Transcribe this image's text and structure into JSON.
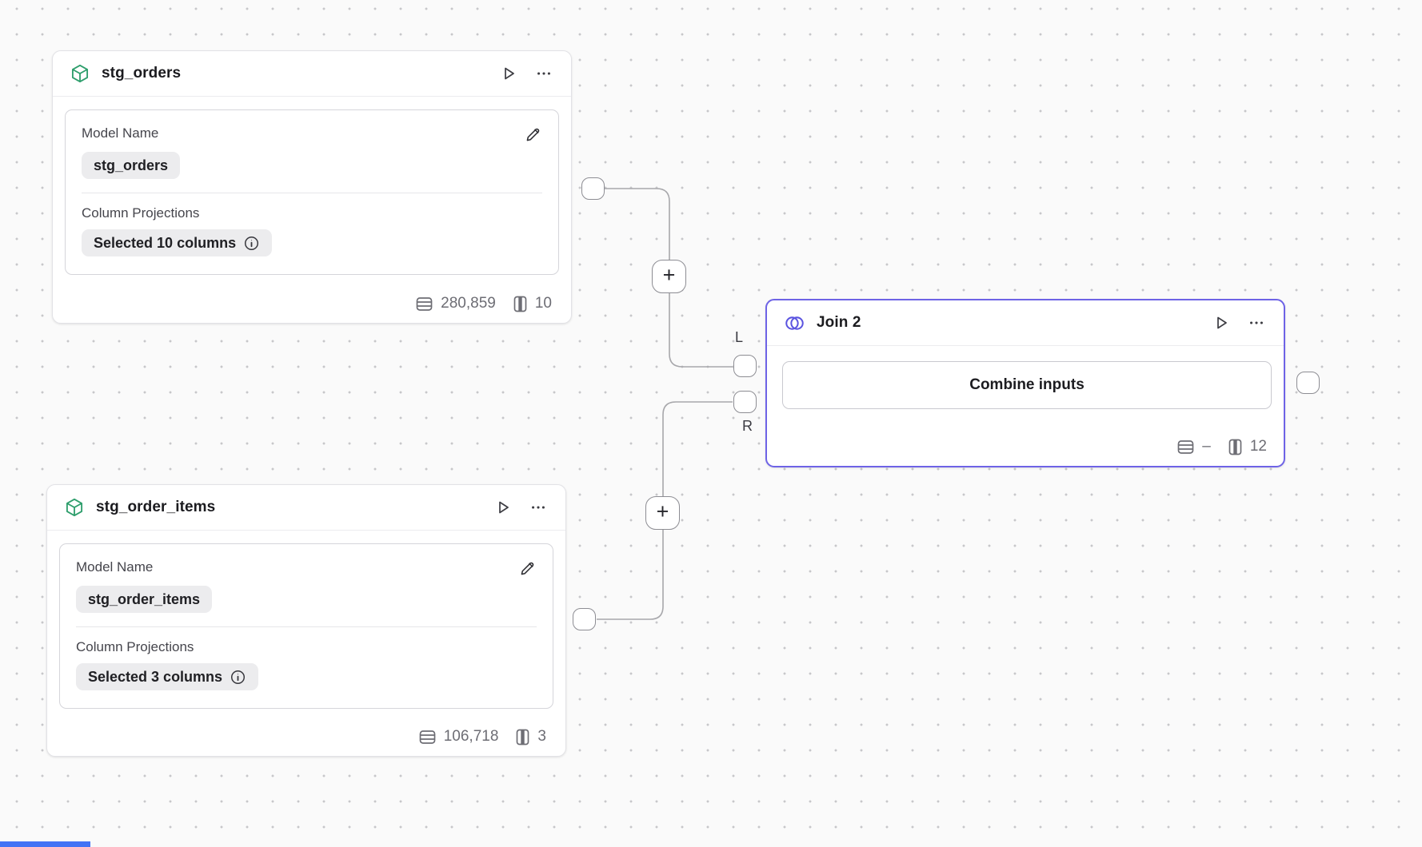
{
  "colors": {
    "canvas_background": "#fafafa",
    "grid_dot": "#c7c7ca",
    "selected_node_accent": "#6e63e6",
    "join_icon_accent": "#5b54e0",
    "model_icon_accent": "#2e9e6c",
    "wire": "#a7a7ab",
    "scroll_thumb": "#4273f5"
  },
  "nodes": {
    "stg_orders": {
      "title": "stg_orders",
      "model_name_label": "Model Name",
      "model_name_value": "stg_orders",
      "projections_label": "Column Projections",
      "projections_value": "Selected 10 columns",
      "row_count": "280,859",
      "column_count": "10"
    },
    "stg_order_items": {
      "title": "stg_order_items",
      "model_name_label": "Model Name",
      "model_name_value": "stg_order_items",
      "projections_label": "Column Projections",
      "projections_value": "Selected 3 columns",
      "row_count": "106,718",
      "column_count": "3"
    },
    "join": {
      "title": "Join 2",
      "button_label": "Combine inputs",
      "row_count": "–",
      "column_count": "12"
    }
  },
  "edges": {
    "left_input_label": "L",
    "right_input_label": "R",
    "add_button_label": "+"
  }
}
